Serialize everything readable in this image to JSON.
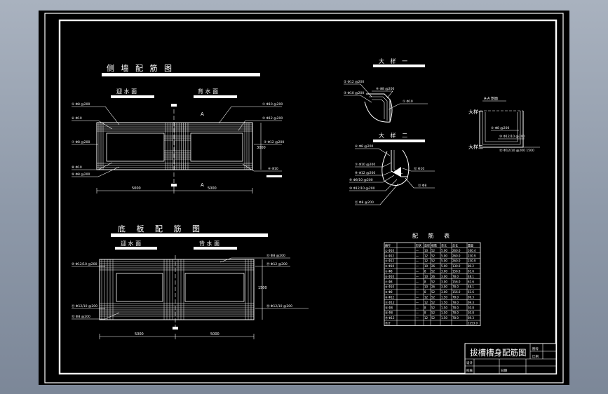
{
  "drawing": {
    "title_block": {
      "drawing_name": "拔槽槽身配筋图",
      "cell_1": "图号",
      "cell_2": "比例",
      "cell_3": "设计",
      "cell_4": "校核",
      "cell_5": "日期"
    },
    "wall": {
      "title": "侧 墙 配 筋 图",
      "left_face": "迎 水 面",
      "right_face": "背 水 面",
      "section_mark": "A",
      "labels_left": [
        "⑤ Φ8 @200",
        "⑥ Φ10",
        "⑦ Φ8 @200",
        "⑧ Φ10",
        "⑨ Φ8 @200"
      ],
      "labels_right": [
        "① Φ10 @200",
        "② Φ12 @200",
        "③ Φ12 @200",
        "④ Φ10"
      ],
      "dim_left": "5000",
      "dim_right": "5000",
      "dim_height": "3000"
    },
    "floor": {
      "title": "底 板 配 筋 图",
      "left_face": "迎 水 面",
      "right_face": "背 水 面",
      "labels_left": [
        "⑩ Φ12/10 @200",
        "⑪ Φ12/10 @200",
        "⑫ Φ8 @200"
      ],
      "labels_right": [
        "⑬ Φ8 @200",
        "⑭ Φ12 @200",
        "⑮ Φ12/10 @200"
      ],
      "dim_left": "5000",
      "dim_right": "5000",
      "dim_height": "1500"
    },
    "detail_1": {
      "title": "大 样 一",
      "labels": [
        "② Φ12 @200",
        "③ Φ10 @200",
        "④ Φ8 @200",
        "① Φ10"
      ]
    },
    "detail_2": {
      "title": "大 样 二",
      "labels": [
        "⑥ Φ8 @200",
        "⑦ Φ10 @200",
        "⑧ Φ12 @200",
        "⑨ Φ8/10 @200",
        "⑩ Φ12/10 @200",
        "⑪ Φ8 @200",
        "⑫ Φ10",
        "⑬ Φ8"
      ]
    },
    "section": {
      "title": "A-A 剖面",
      "label_top": "大样一",
      "label_bottom": "大样二",
      "labels": [
        "⑤ Φ8 @200",
        "⑩ Φ12/10 @200",
        "⑫ Φ12/10 @200 1500"
      ]
    },
    "rebar_table": {
      "title": "配 筋 表",
      "headers": [
        "编号",
        "形状",
        "直径",
        "根数",
        "单长",
        "总长",
        "重量"
      ],
      "rows": [
        [
          "① Φ10",
          "—",
          "10",
          "52",
          "5.00",
          "260.0",
          "160.4"
        ],
        [
          "② Φ12",
          "—",
          "12",
          "52",
          "5.00",
          "260.0",
          "230.9"
        ],
        [
          "③ Φ12",
          "—",
          "12",
          "52",
          "5.00",
          "260.0",
          "230.9"
        ],
        [
          "④ Φ10",
          "—",
          "10",
          "26",
          "5.00",
          "130.0",
          "80.2"
        ],
        [
          "⑤ Φ8",
          "—",
          "8",
          "52",
          "3.00",
          "156.0",
          "61.6"
        ],
        [
          "⑥ Φ10",
          "—",
          "10",
          "26",
          "3.00",
          "78.0",
          "48.1"
        ],
        [
          "⑦ Φ8",
          "—",
          "8",
          "52",
          "3.00",
          "156.0",
          "61.6"
        ],
        [
          "⑧ Φ10",
          "—",
          "10",
          "26",
          "3.00",
          "78.0",
          "48.1"
        ],
        [
          "⑨ Φ8",
          "—",
          "8",
          "52",
          "3.00",
          "156.0",
          "61.6"
        ],
        [
          "⑩ Φ12",
          "—",
          "12",
          "52",
          "1.50",
          "78.0",
          "69.3"
        ],
        [
          "⑪ Φ12",
          "—",
          "12",
          "52",
          "1.50",
          "78.0",
          "69.3"
        ],
        [
          "⑫ Φ8",
          "—",
          "8",
          "52",
          "1.50",
          "78.0",
          "30.8"
        ],
        [
          "⑬ Φ8",
          "—",
          "8",
          "52",
          "1.50",
          "78.0",
          "30.8"
        ],
        [
          "⑭ Φ12",
          "—",
          "12",
          "52",
          "1.50",
          "78.0",
          "69.3"
        ],
        [
          "合计",
          "",
          "",
          "",
          "",
          "",
          "1253.0"
        ]
      ]
    }
  }
}
